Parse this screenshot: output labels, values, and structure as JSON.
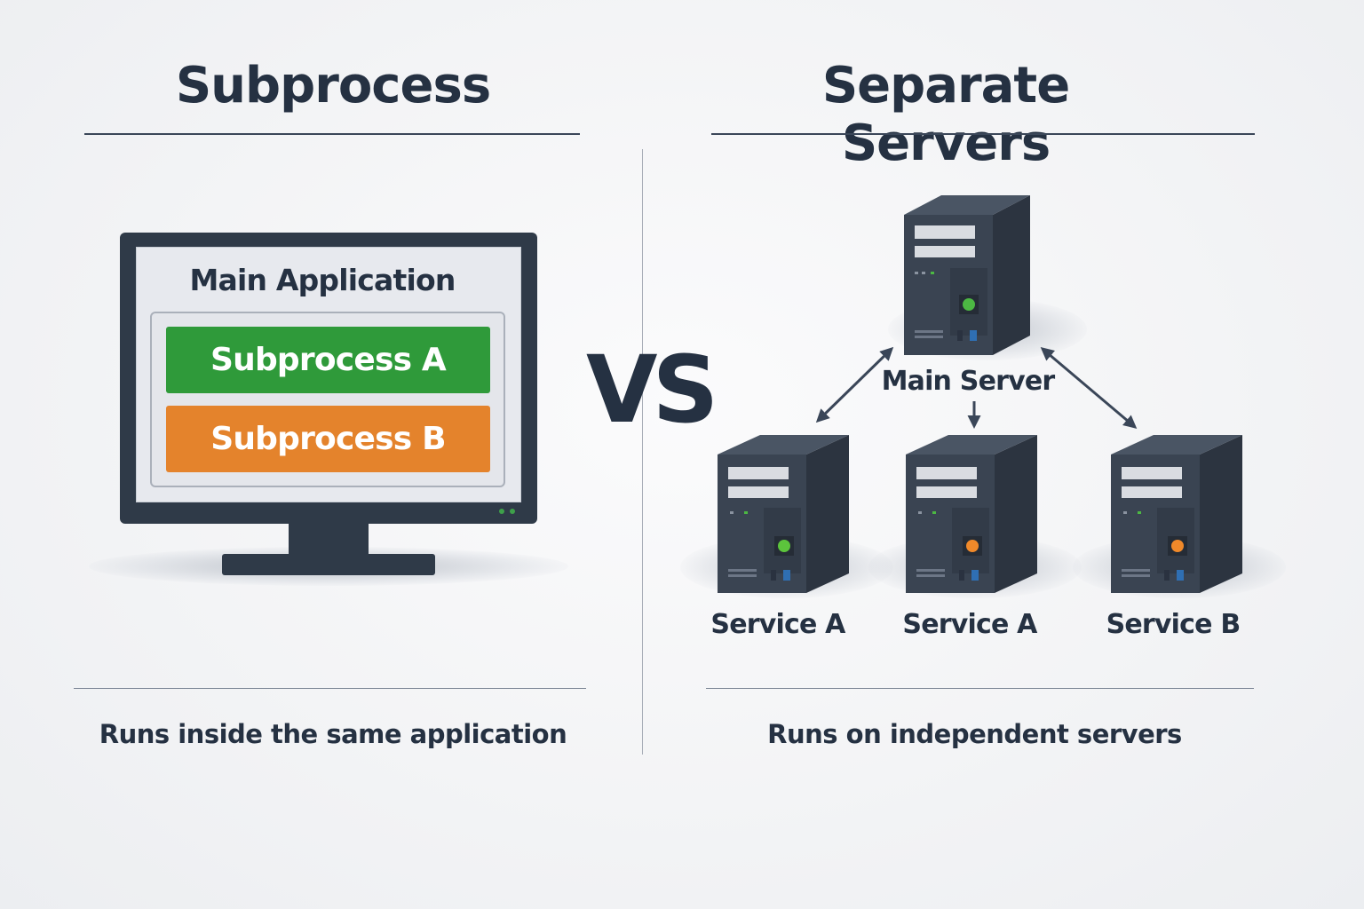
{
  "left_panel": {
    "title": "Subprocess",
    "caption": "Runs inside the same application",
    "monitor": {
      "app_title": "Main Application",
      "subprocesses": [
        {
          "label": "Subprocess A",
          "color": "#2f9a3a"
        },
        {
          "label": "Subprocess B",
          "color": "#e4832c"
        }
      ]
    }
  },
  "vs_label": "VS",
  "right_panel": {
    "title": "Separate Servers",
    "caption": "Runs on independent servers",
    "main_server": {
      "label": "Main Server",
      "status_color": "#4cb843"
    },
    "services": [
      {
        "label": "Service A",
        "status_color": "#5cc43c"
      },
      {
        "label": "Service A",
        "status_color": "#f0892a"
      },
      {
        "label": "Service B",
        "status_color": "#f0892a"
      }
    ]
  },
  "colors": {
    "ink": "#253142",
    "server_body": "#3a4452",
    "server_dark": "#2c3440"
  }
}
